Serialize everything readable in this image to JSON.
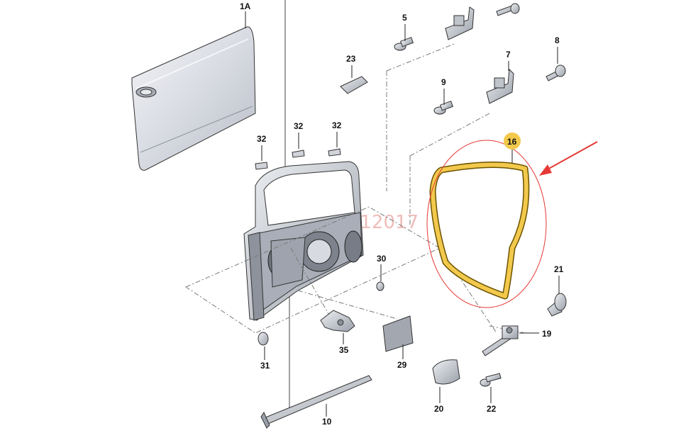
{
  "diagram": {
    "labels": {
      "door_shell": "1A",
      "bolt_top": "5",
      "bolt_right_top": "8",
      "hinge_upper": "7",
      "bolt_mid": "9",
      "clip_top": "23",
      "pad_a": "32",
      "pad_b": "32",
      "pad_c": "32",
      "seal": "16",
      "plug_small": "30",
      "plug_round": "31",
      "bracket": "35",
      "foil": "29",
      "strip": "10",
      "stopper": "21",
      "check_strap": "19",
      "cover": "20",
      "bolt_bottom": "22"
    },
    "watermark": "lvbao2017 12017",
    "colors": {
      "seal": "#f2c94c",
      "seal_outline": "#6b5200",
      "highlight_ellipse": "#e53935",
      "arrow": "#e53935",
      "badge": "#f2c94c",
      "metal": "#c9ccd3",
      "metal_dark": "#8a8f99"
    }
  }
}
